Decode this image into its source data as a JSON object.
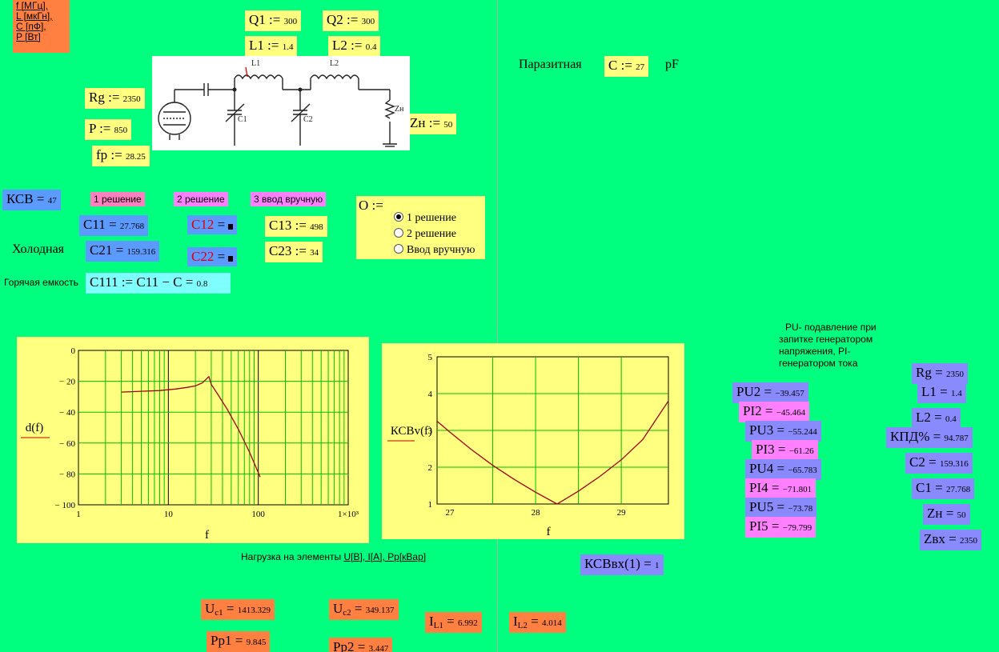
{
  "units": {
    "lines": [
      "f [МГц],",
      "L [мкГн],",
      "C [пФ],",
      "P [Вт]"
    ]
  },
  "inputs": {
    "q1": {
      "name": "Q1",
      "op": ":=",
      "value": "300"
    },
    "q2": {
      "name": "Q2",
      "op": ":=",
      "value": "300"
    },
    "l1": {
      "name": "L1",
      "op": ":=",
      "value": "1.4"
    },
    "l2": {
      "name": "L2",
      "op": ":=",
      "value": "0.4"
    },
    "rg": {
      "name": "Rg",
      "op": ":=",
      "value": "2350"
    },
    "p": {
      "name": "P",
      "op": ":=",
      "value": "850"
    },
    "fp": {
      "name": "fp",
      "op": ":=",
      "value": "28.25"
    },
    "zn": {
      "name": "Zн",
      "op": ":=",
      "value": "50"
    }
  },
  "circuit": {
    "labels": [
      "L1",
      "L2",
      "C1",
      "C2",
      "Zн"
    ]
  },
  "parasitic": {
    "label": "Паразитная",
    "name": "C",
    "op": ":=",
    "value": "27",
    "unit": "pF"
  },
  "ksv": {
    "name": "КСВ",
    "op": "=",
    "value": "47"
  },
  "tabs": {
    "t1": "1 решение",
    "t2": "2 решение",
    "t3": "3 ввод вручную"
  },
  "c11": {
    "name": "C11",
    "op": "=",
    "value": "27.768"
  },
  "c21": {
    "name": "C21",
    "op": "=",
    "value": "159.316"
  },
  "c12": {
    "name": "C12",
    "op": "="
  },
  "c22": {
    "name": "C22",
    "op": "="
  },
  "c13": {
    "name": "C13",
    "op": ":=",
    "value": "498"
  },
  "c23": {
    "name": "C23",
    "op": ":=",
    "value": "34"
  },
  "cold_label": "Холодная",
  "hot": {
    "label": "Горячая емкость",
    "expr": "C111 := C11 − C",
    "op": "=",
    "value": "0.8"
  },
  "option": {
    "name": "O",
    "op": ":=",
    "items": [
      "1 решение",
      "2 решение",
      "Ввод вручную"
    ],
    "selected": 0
  },
  "note": {
    "lines": [
      "PU- подавление при",
      "запитке генератором",
      "напряжения, PI-",
      "генератором тока"
    ]
  },
  "results_pu": [
    {
      "name": "PU2",
      "value": "−39.457",
      "color": "l"
    },
    {
      "name": "PI2",
      "value": "−45.464",
      "color": "p"
    },
    {
      "name": "PU3",
      "value": "−55.244",
      "color": "l"
    },
    {
      "name": "PI3",
      "value": "−61.26",
      "color": "p"
    },
    {
      "name": "PU4",
      "value": "−65.783",
      "color": "l"
    },
    {
      "name": "PI4",
      "value": "−71.801",
      "color": "p"
    },
    {
      "name": "PU5",
      "value": "−73.78",
      "color": "l"
    },
    {
      "name": "PI5",
      "value": "−79.799",
      "color": "p"
    }
  ],
  "results_right": [
    {
      "name": "Rg",
      "value": "2350"
    },
    {
      "name": "L1",
      "value": "1.4"
    },
    {
      "name": "L2",
      "value": "0.4"
    },
    {
      "name": "КПД%",
      "value": "94.787"
    },
    {
      "name": "C2",
      "value": "159.316"
    },
    {
      "name": "C1",
      "value": "27.768"
    },
    {
      "name": "Zн",
      "value": "50"
    },
    {
      "name": "Zвх",
      "value": "2350"
    }
  ],
  "ksv_in": {
    "name": "КСВвх(1)",
    "op": "=",
    "value": "1"
  },
  "loads_note": {
    "prefix": "Нагрузка на элементы",
    "units": "U[В], I[А], Pр[кВар]"
  },
  "loads": {
    "uc1": {
      "name": "U",
      "sub": "c1",
      "value": "1413.329"
    },
    "uc2": {
      "name": "U",
      "sub": "c2",
      "value": "349.137"
    },
    "il1": {
      "name": "I",
      "sub": "L1",
      "value": "6.992"
    },
    "il2": {
      "name": "I",
      "sub": "L2",
      "value": "4.014"
    },
    "pp1": {
      "name": "Pp1",
      "value": "9.845"
    },
    "pp2": {
      "name": "Pp2",
      "value": "3.447"
    }
  },
  "chart_data": [
    {
      "type": "line",
      "ylabel": "d(f)",
      "xlabel": "f",
      "x_scale": "log",
      "xlim": [
        1,
        1000
      ],
      "ylim": [
        -100,
        0
      ],
      "grid": true,
      "x_ticks": [
        "1",
        "10",
        "100",
        "1×10³"
      ],
      "y_ticks": [
        "0",
        "− 20",
        "− 40",
        "− 60",
        "− 80",
        "− 100"
      ],
      "series": [
        {
          "x": [
            3,
            5,
            8,
            12,
            16,
            20,
            24,
            26,
            27.5,
            28.25,
            30,
            35,
            45,
            60,
            80,
            105
          ],
          "y": [
            -27,
            -26.5,
            -26,
            -25,
            -24,
            -23,
            -21,
            -19,
            -17.5,
            -17,
            -22,
            -28,
            -38,
            -51,
            -66,
            -82
          ]
        }
      ]
    },
    {
      "type": "line",
      "ylabel": "КСВv(f)",
      "xlabel": "f",
      "xlim": [
        26.85,
        29.55
      ],
      "ylim": [
        1,
        5
      ],
      "grid": true,
      "x_ticks": [
        "27",
        "28",
        "29"
      ],
      "y_ticks": [
        "1",
        "2",
        "3",
        "4",
        "5"
      ],
      "series": [
        {
          "x": [
            26.85,
            27.0,
            27.25,
            27.5,
            27.75,
            28.0,
            28.25,
            28.5,
            28.75,
            29.0,
            29.25,
            29.55
          ],
          "y": [
            3.25,
            2.95,
            2.48,
            2.05,
            1.67,
            1.32,
            1.0,
            1.35,
            1.75,
            2.2,
            2.75,
            3.8
          ]
        }
      ]
    }
  ]
}
